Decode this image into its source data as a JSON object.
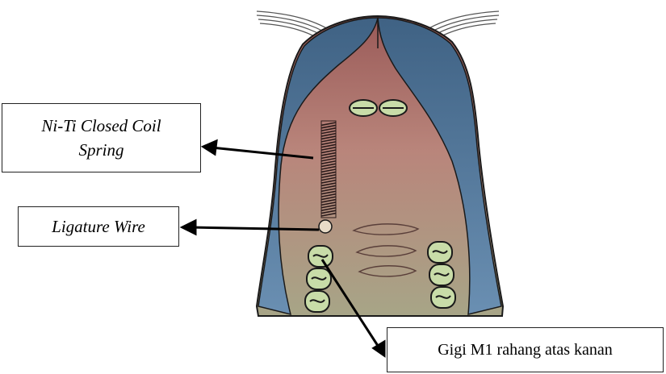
{
  "labels": {
    "coil_line1": "Ni-Ti Closed Coil",
    "coil_line2": "Spring",
    "ligature": "Ligature Wire",
    "tooth": "Gigi M1 rahang atas kanan"
  },
  "colors": {
    "jaw_blue": "#4e6e8e",
    "palate": "#b07a73",
    "palate_lower": "#a5a184",
    "tooth_fill": "#c8dca8",
    "outline": "#1a1a1a"
  }
}
